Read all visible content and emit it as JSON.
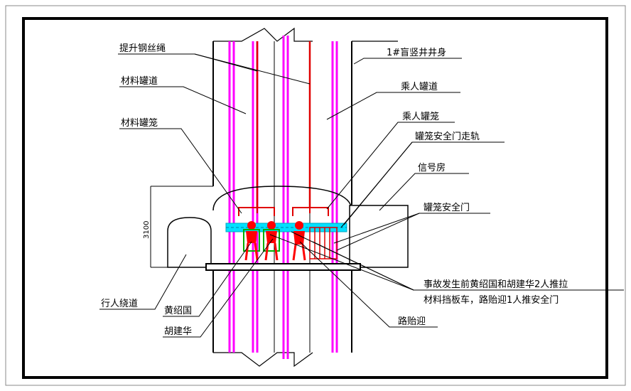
{
  "diagram": {
    "labels": {
      "hoist_rope": "提升钢丝绳",
      "material_cage_shaft": "材料罐道",
      "material_cage": "材料罐笼",
      "shaft_title": "1#盲竖井井身",
      "personnel_cage_shaft": "乘人罐道",
      "personnel_cage": "乘人罐笼",
      "safety_gate_track": "罐笼安全门走轨",
      "signal_room": "信号房",
      "safety_gate": "罐笼安全门",
      "pedestrian_bypass": "行人绕道",
      "person_huang": "黄绍国",
      "person_hu": "胡建华",
      "person_lu": "路贻迎",
      "note_line1": "事故发生前黄绍国和胡建华2人推拉",
      "note_line2": "材料挡板车，路贻迎1人推安全门",
      "height_dim": "3100"
    },
    "colors": {
      "frame": "#000000",
      "guide_rail": "#ff00ff",
      "hoist_rope": "#e00000",
      "gate_track": "#00e0ff",
      "worker_figure": "#ff0000",
      "worker_outline": "#00b000",
      "background": "#ffffff"
    }
  }
}
